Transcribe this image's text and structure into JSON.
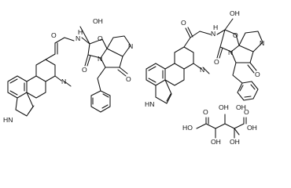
{
  "molecule_1": {
    "labels": {
      "hn_indole": "HN",
      "n_methyl": "N",
      "methyl": "—",
      "o_amide": "O",
      "h_nh": "H",
      "n_amide": "N",
      "oh": "OH",
      "o_ring": "O",
      "o_lactam": "O",
      "n_ring": "N",
      "n_pyrrolidine": "N",
      "o_carbonyl": "O"
    }
  },
  "molecule_2": {
    "labels": {
      "hn_indole": "HN",
      "n_methyl": "N",
      "o_amide": "O",
      "h_nh": "H",
      "n_amide": "N",
      "oh": "OH",
      "o_ring": "O",
      "o_lactam": "O",
      "n_ring": "N",
      "n_pyrrolidine": "N",
      "o_carbonyl": "O"
    }
  },
  "tartaric_acid": {
    "labels": {
      "oh_top1": "OH",
      "oh_top2": "OH",
      "ho_left": "HO",
      "o_left": "O",
      "o_right": "O",
      "oh_right": "OH",
      "oh_bot1": "OH",
      "oh_bot2": "OH"
    }
  }
}
